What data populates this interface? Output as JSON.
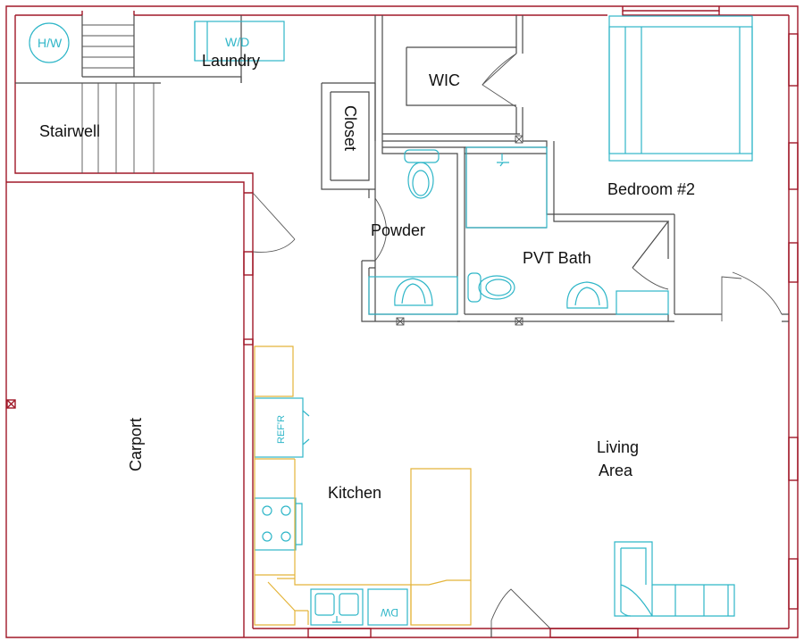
{
  "rooms": {
    "stairwell": "Stairwell",
    "laundry": "Laundry",
    "wic": "WIC",
    "closet": "Closet",
    "bedroom": "Bedroom #2",
    "powder": "Powder",
    "pvt_bath": "PVT Bath",
    "carport": "Carport",
    "kitchen": "Kitchen",
    "living_line1": "Living",
    "living_line2": "Area"
  },
  "fixtures": {
    "water_heater": "H/W",
    "washer_dryer": "W/D",
    "refrigerator": "REF'R",
    "dishwasher": "DW"
  },
  "colors": {
    "exterior_wall": "#a01828",
    "interior_wall": "#4a4a4a",
    "fixture": "#2fb6c8",
    "cabinet": "#e4b43a"
  }
}
